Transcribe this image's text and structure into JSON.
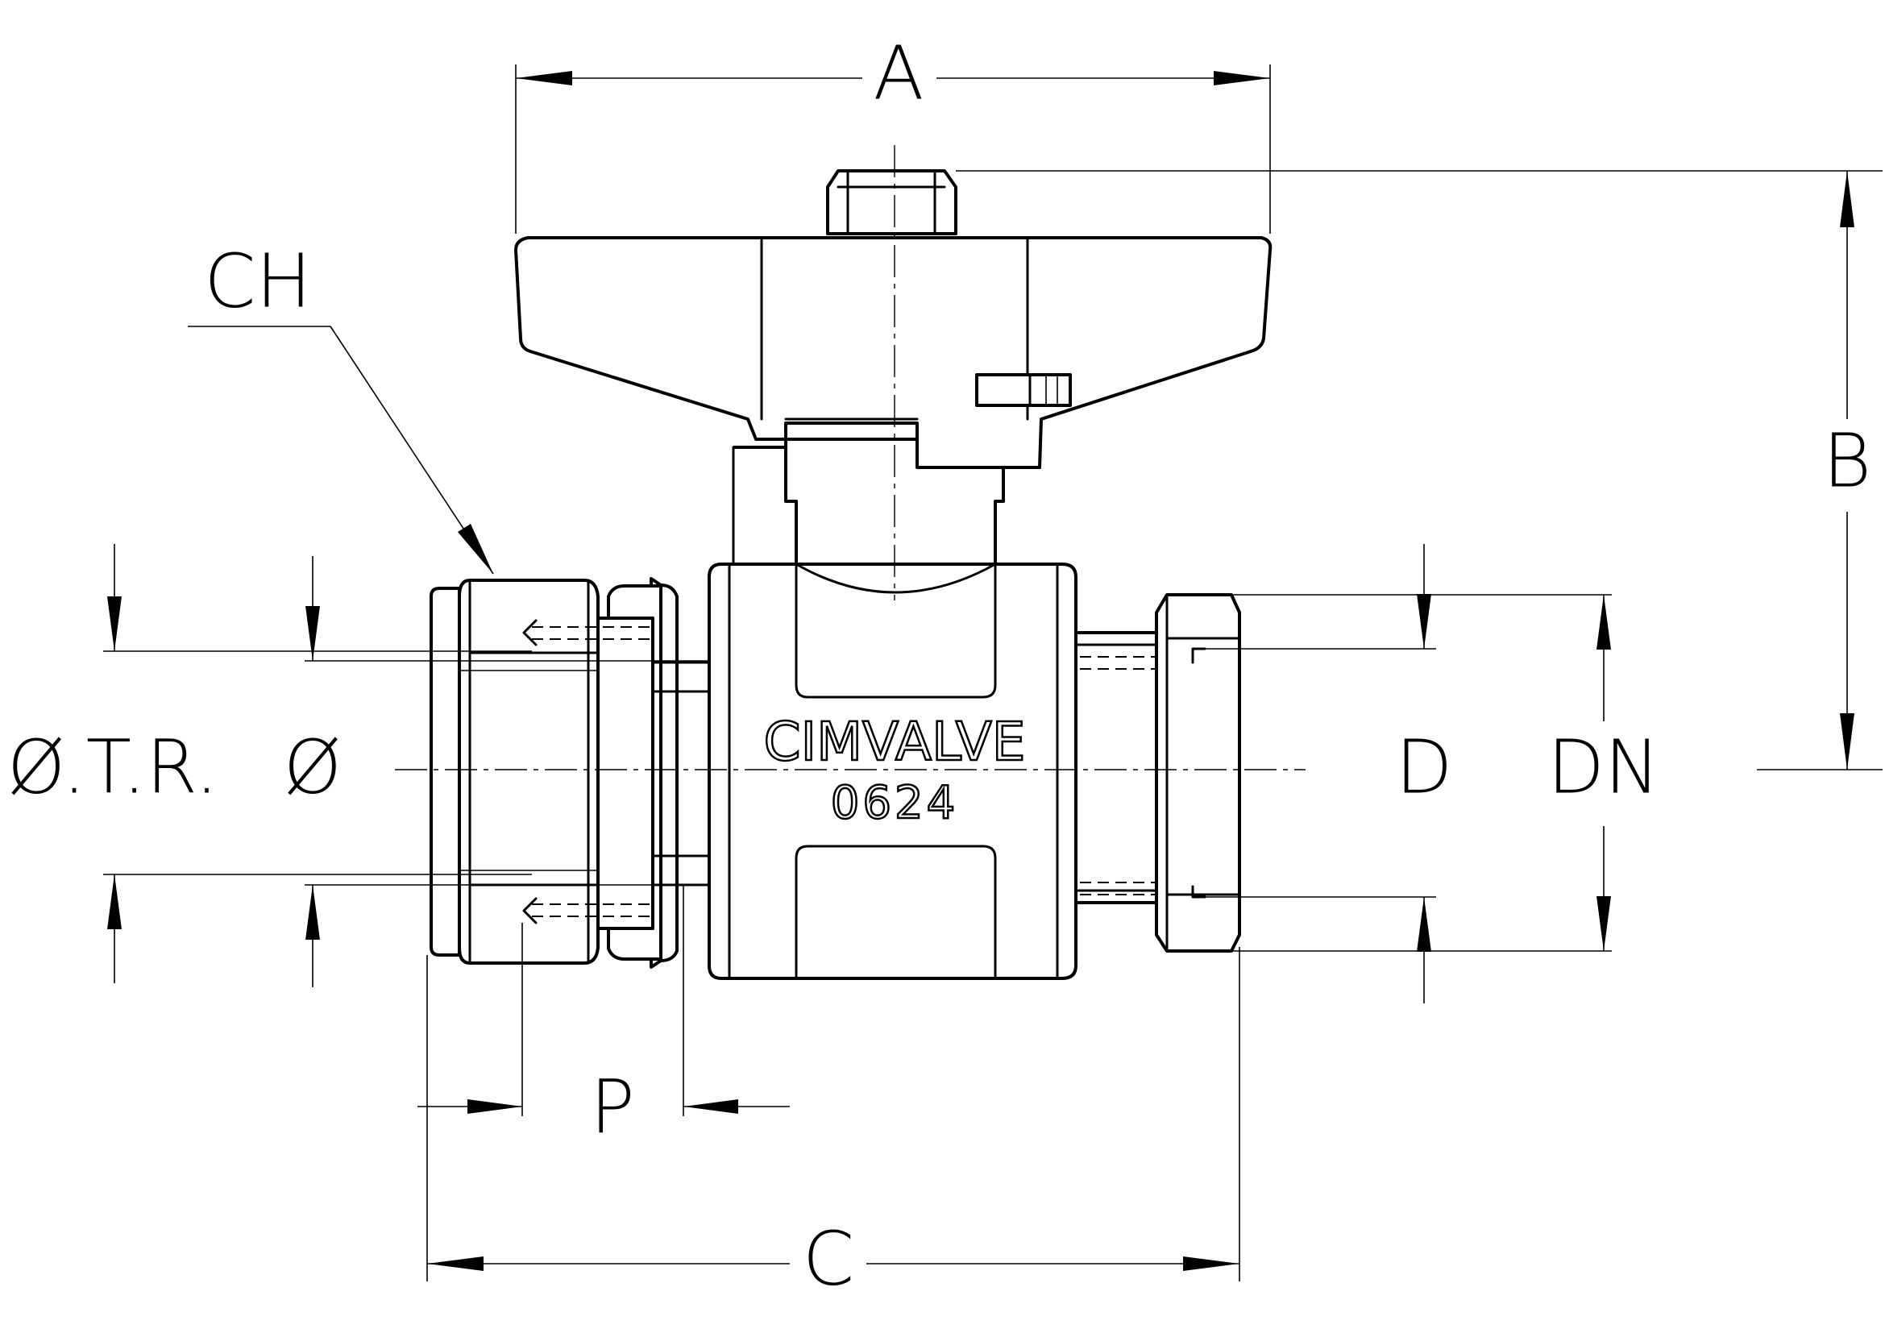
{
  "dimensions": {
    "width": "A",
    "height": "B",
    "length": "C",
    "hex_size": "CH",
    "thread_depth": "P",
    "outer_tube": "Ø.T.R.",
    "diameter": "Ø",
    "bore": "D",
    "nominal": "DN"
  },
  "marking": {
    "brand": "CIMVALVE",
    "code": "0624"
  }
}
